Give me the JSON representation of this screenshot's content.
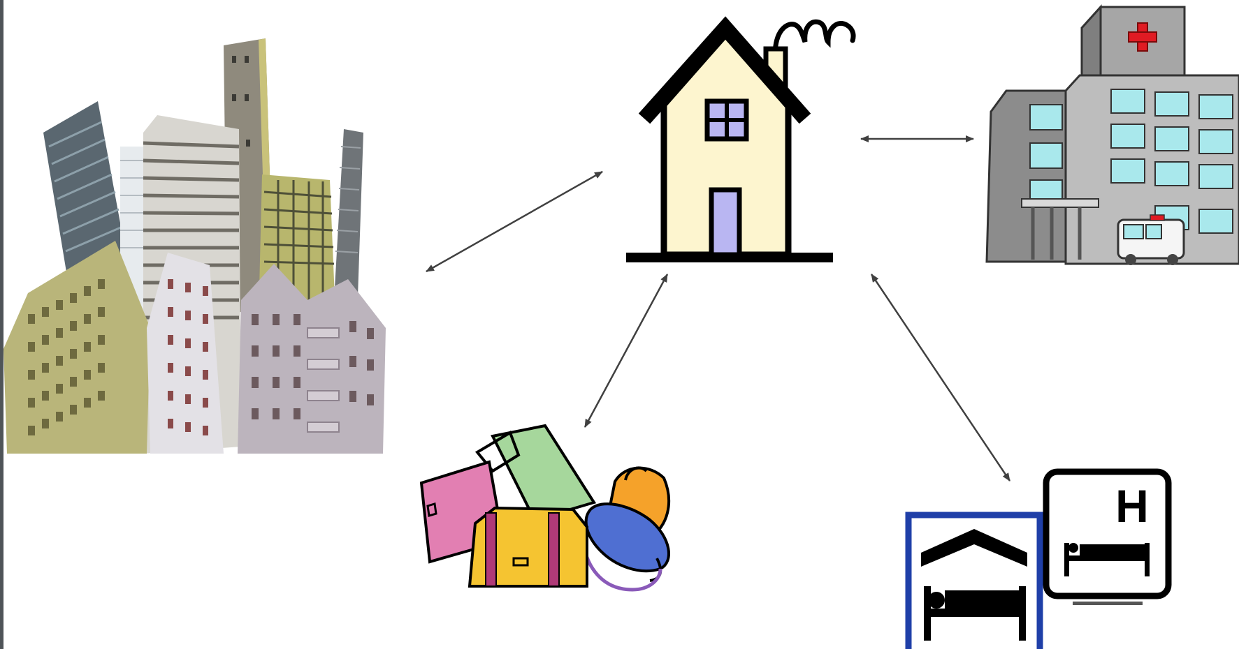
{
  "diagram": {
    "nodes": [
      {
        "id": "city",
        "icon": "city-buildings-icon"
      },
      {
        "id": "home",
        "icon": "house-icon"
      },
      {
        "id": "hospital",
        "icon": "hospital-building-icon"
      },
      {
        "id": "luggage",
        "icon": "luggage-icon"
      },
      {
        "id": "lodging",
        "icon": "lodging-bed-sign-icon"
      },
      {
        "id": "hospital-bed",
        "icon": "hospital-bed-sign-icon"
      }
    ],
    "edges": [
      {
        "from": "home",
        "to": "city",
        "bidirectional": true
      },
      {
        "from": "home",
        "to": "hospital",
        "bidirectional": true
      },
      {
        "from": "home",
        "to": "luggage",
        "bidirectional": true
      },
      {
        "from": "home",
        "to": "lodging",
        "bidirectional": true
      }
    ],
    "sign_letter": "H"
  },
  "colors": {
    "house_wall": "#fdf5cf",
    "house_window": "#b9b6f2",
    "hospital_glass": "#a9e8ec",
    "hospital_cross": "#e01b23",
    "sign_border_blue": "#1f3fa8",
    "arrow": "#404040"
  }
}
